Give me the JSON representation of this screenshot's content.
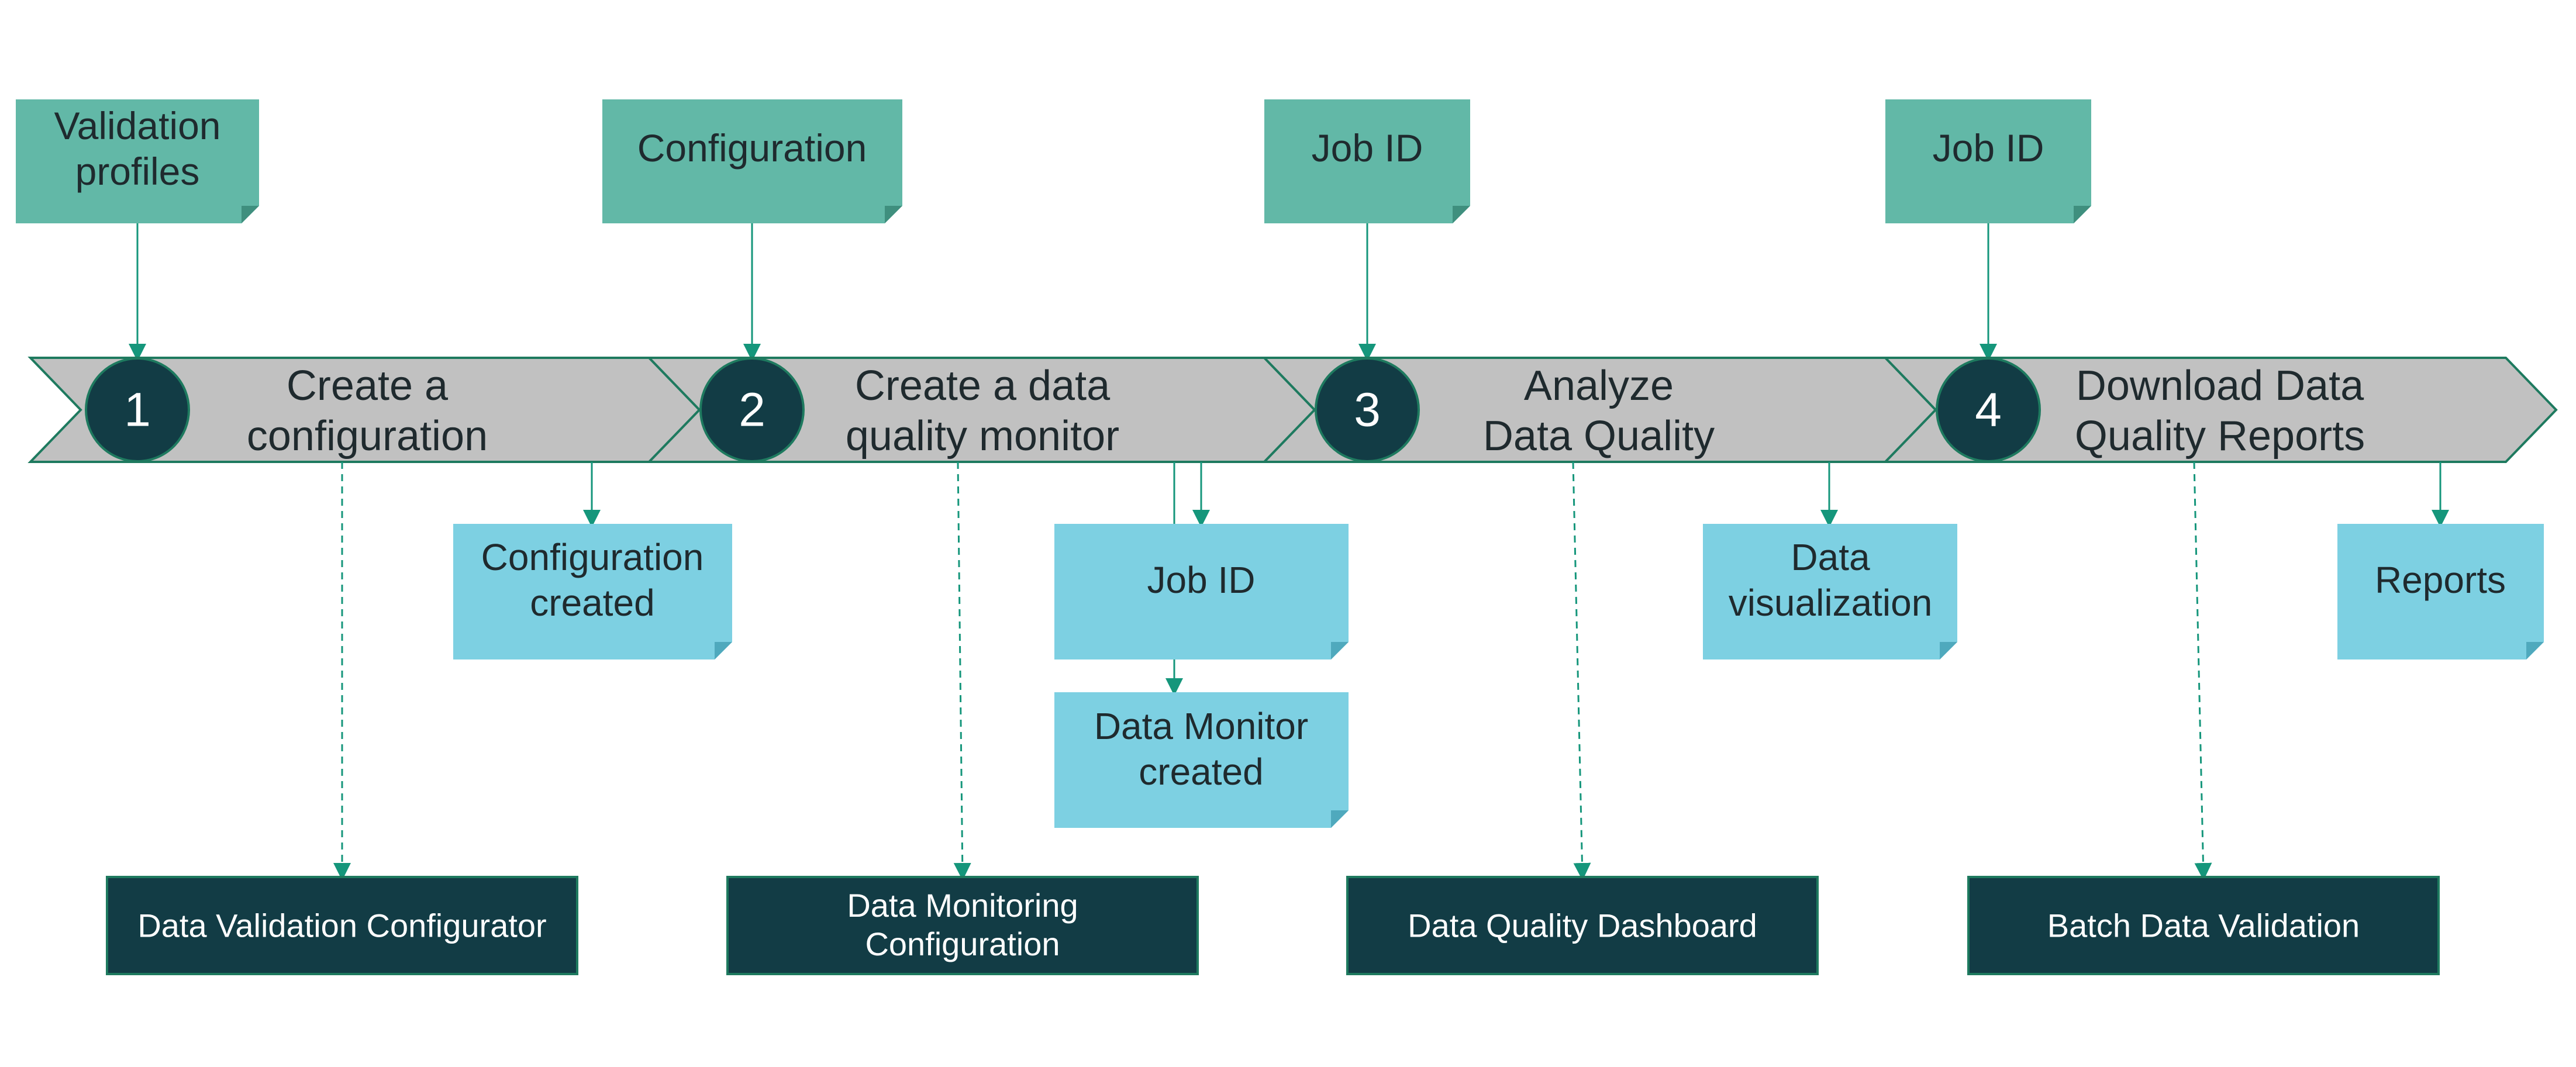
{
  "colors": {
    "inputs": "#62b8a7",
    "outputs": "#7dd0e2",
    "tools": "#123c45",
    "arrow_band": "#c1c1c1",
    "band_stroke": "#1e7a5f",
    "circle": "#123c45",
    "connector": "#15967b",
    "text_dark": "#1f2a2e",
    "text_light": "#ffffff"
  },
  "steps": [
    {
      "number": "1",
      "title_line1": "Create a",
      "title_line2": "configuration"
    },
    {
      "number": "2",
      "title_line1": "Create a data",
      "title_line2": "quality monitor"
    },
    {
      "number": "3",
      "title_line1": "Analyze",
      "title_line2": "Data Quality"
    },
    {
      "number": "4",
      "title_line1": "Download Data",
      "title_line2": "Quality Reports"
    }
  ],
  "inputs": [
    {
      "line1": "Validation",
      "line2": "profiles"
    },
    {
      "line1": "Configuration",
      "line2": ""
    },
    {
      "line1": "Job ID",
      "line2": ""
    },
    {
      "line1": "Job ID",
      "line2": ""
    }
  ],
  "outputs": [
    {
      "line1": "Configuration",
      "line2": "created"
    },
    {
      "line1": "Job ID",
      "line2": ""
    },
    {
      "line1": "Data Monitor",
      "line2": "created"
    },
    {
      "line1": "Data",
      "line2": "visualization"
    },
    {
      "line1": "Reports",
      "line2": ""
    }
  ],
  "tools": [
    {
      "line1": "Data Validation Configurator",
      "line2": ""
    },
    {
      "line1": "Data Monitoring",
      "line2": "Configuration"
    },
    {
      "line1": "Data Quality Dashboard",
      "line2": ""
    },
    {
      "line1": "Batch Data Validation",
      "line2": ""
    }
  ]
}
